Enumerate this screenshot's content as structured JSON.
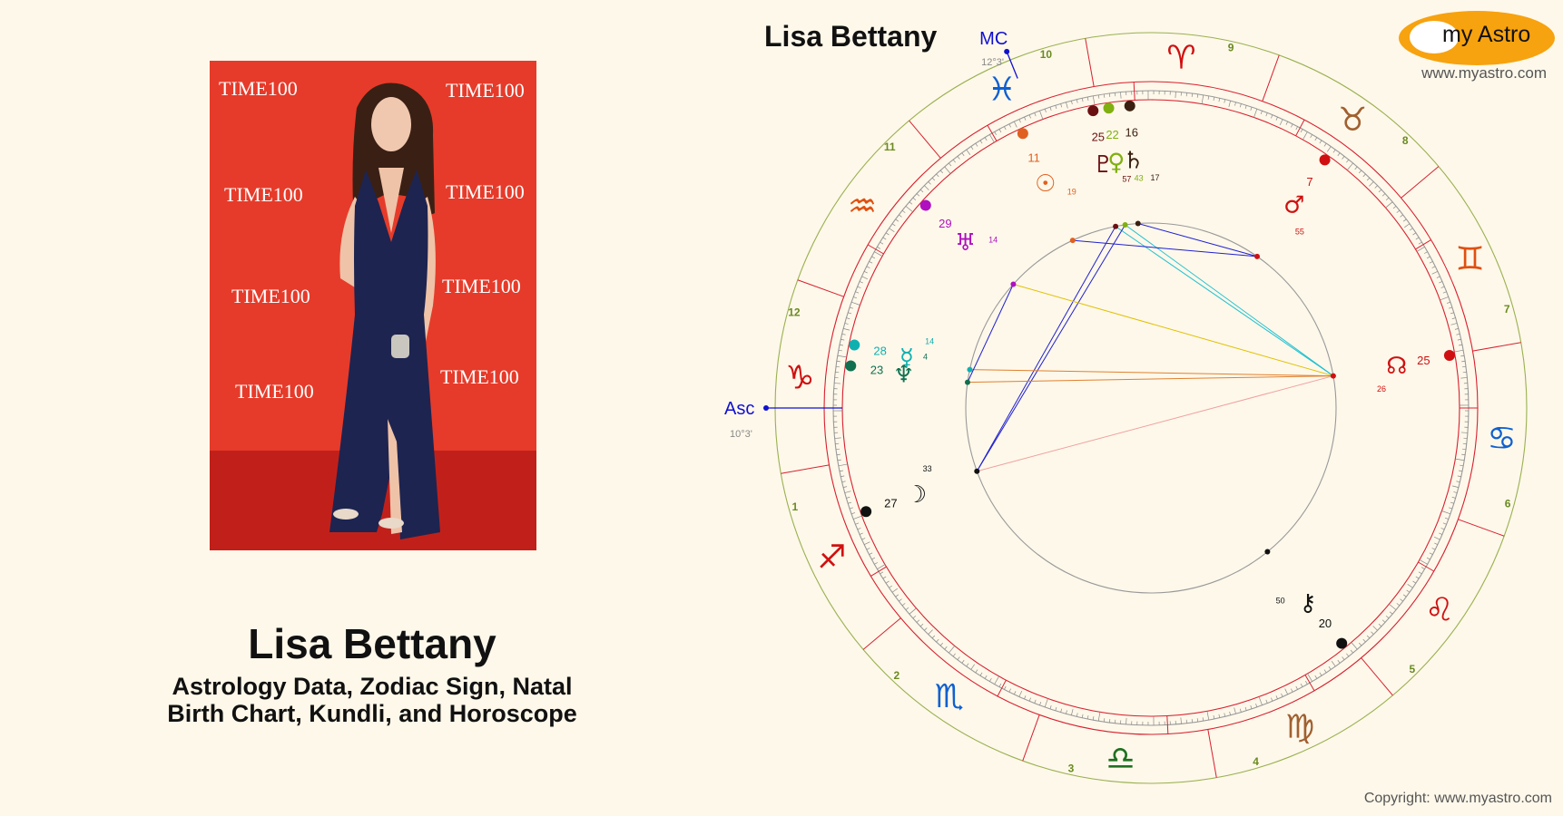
{
  "person": {
    "name": "Lisa Bettany",
    "subtitle_line1": "Astrology Data, Zodiac Sign, Natal",
    "subtitle_line2": "Birth Chart, Kundli, and Horoscope"
  },
  "photo": {
    "backdrop_text": "TIME100",
    "backdrop_color": "#e63b2a",
    "carpet_color": "#c1201a",
    "dress_color": "#1d2450"
  },
  "chart": {
    "title": "Lisa Bettany",
    "ascendant": {
      "label": "Asc",
      "degree": "10°3'"
    },
    "midheaven": {
      "label": "MC",
      "degree": "12°3'"
    },
    "houses": [
      "1",
      "2",
      "3",
      "4",
      "5",
      "6",
      "7",
      "8",
      "9",
      "10",
      "11",
      "12"
    ],
    "signs": [
      {
        "name": "capricorn",
        "glyph": "♑",
        "color": "#d01010"
      },
      {
        "name": "aquarius",
        "glyph": "♒",
        "color": "#e05010"
      },
      {
        "name": "pisces",
        "glyph": "♓",
        "color": "#1060d0"
      },
      {
        "name": "aries",
        "glyph": "♈",
        "color": "#d01010"
      },
      {
        "name": "taurus",
        "glyph": "♉",
        "color": "#a06030"
      },
      {
        "name": "gemini",
        "glyph": "♊",
        "color": "#e05010"
      },
      {
        "name": "cancer",
        "glyph": "♋",
        "color": "#1060d0"
      },
      {
        "name": "leo",
        "glyph": "♌",
        "color": "#d01010"
      },
      {
        "name": "virgo",
        "glyph": "♍",
        "color": "#a06030"
      },
      {
        "name": "libra",
        "glyph": "♎",
        "color": "#207020"
      },
      {
        "name": "scorpio",
        "glyph": "♏",
        "color": "#1060d0"
      },
      {
        "name": "sagittarius",
        "glyph": "♐",
        "color": "#d01010"
      }
    ],
    "planets": [
      {
        "name": "sun",
        "glyph": "☉",
        "deg": "11",
        "min": "19",
        "color": "#e06020"
      },
      {
        "name": "moon",
        "glyph": "☽",
        "deg": "27",
        "min": "33",
        "color": "#111111"
      },
      {
        "name": "mercury",
        "glyph": "☿",
        "deg": "28",
        "min": "14",
        "color": "#10b0b0"
      },
      {
        "name": "venus",
        "glyph": "♀",
        "deg": "22",
        "min": "43",
        "color": "#80b010"
      },
      {
        "name": "mars",
        "glyph": "♂",
        "deg": "7",
        "min": "55",
        "color": "#d01010"
      },
      {
        "name": "saturn",
        "glyph": "♄",
        "deg": "16",
        "min": "17",
        "color": "#3a2010"
      },
      {
        "name": "uranus",
        "glyph": "♅",
        "deg": "29",
        "min": "14",
        "color": "#b010c0"
      },
      {
        "name": "neptune",
        "glyph": "♆",
        "deg": "23",
        "min": "4",
        "color": "#107050"
      },
      {
        "name": "pluto",
        "glyph": "♇",
        "deg": "25",
        "min": "57",
        "color": "#6b1010"
      },
      {
        "name": "north-node",
        "glyph": "☊",
        "deg": "25",
        "min": "26",
        "color": "#d01010"
      },
      {
        "name": "chiron",
        "glyph": "⚷",
        "deg": "20",
        "min": "50",
        "color": "#111111"
      }
    ]
  },
  "branding": {
    "logo_text": "my Astro",
    "site": "www.myastro.com",
    "copyright": "Copyright: www.myastro.com"
  }
}
